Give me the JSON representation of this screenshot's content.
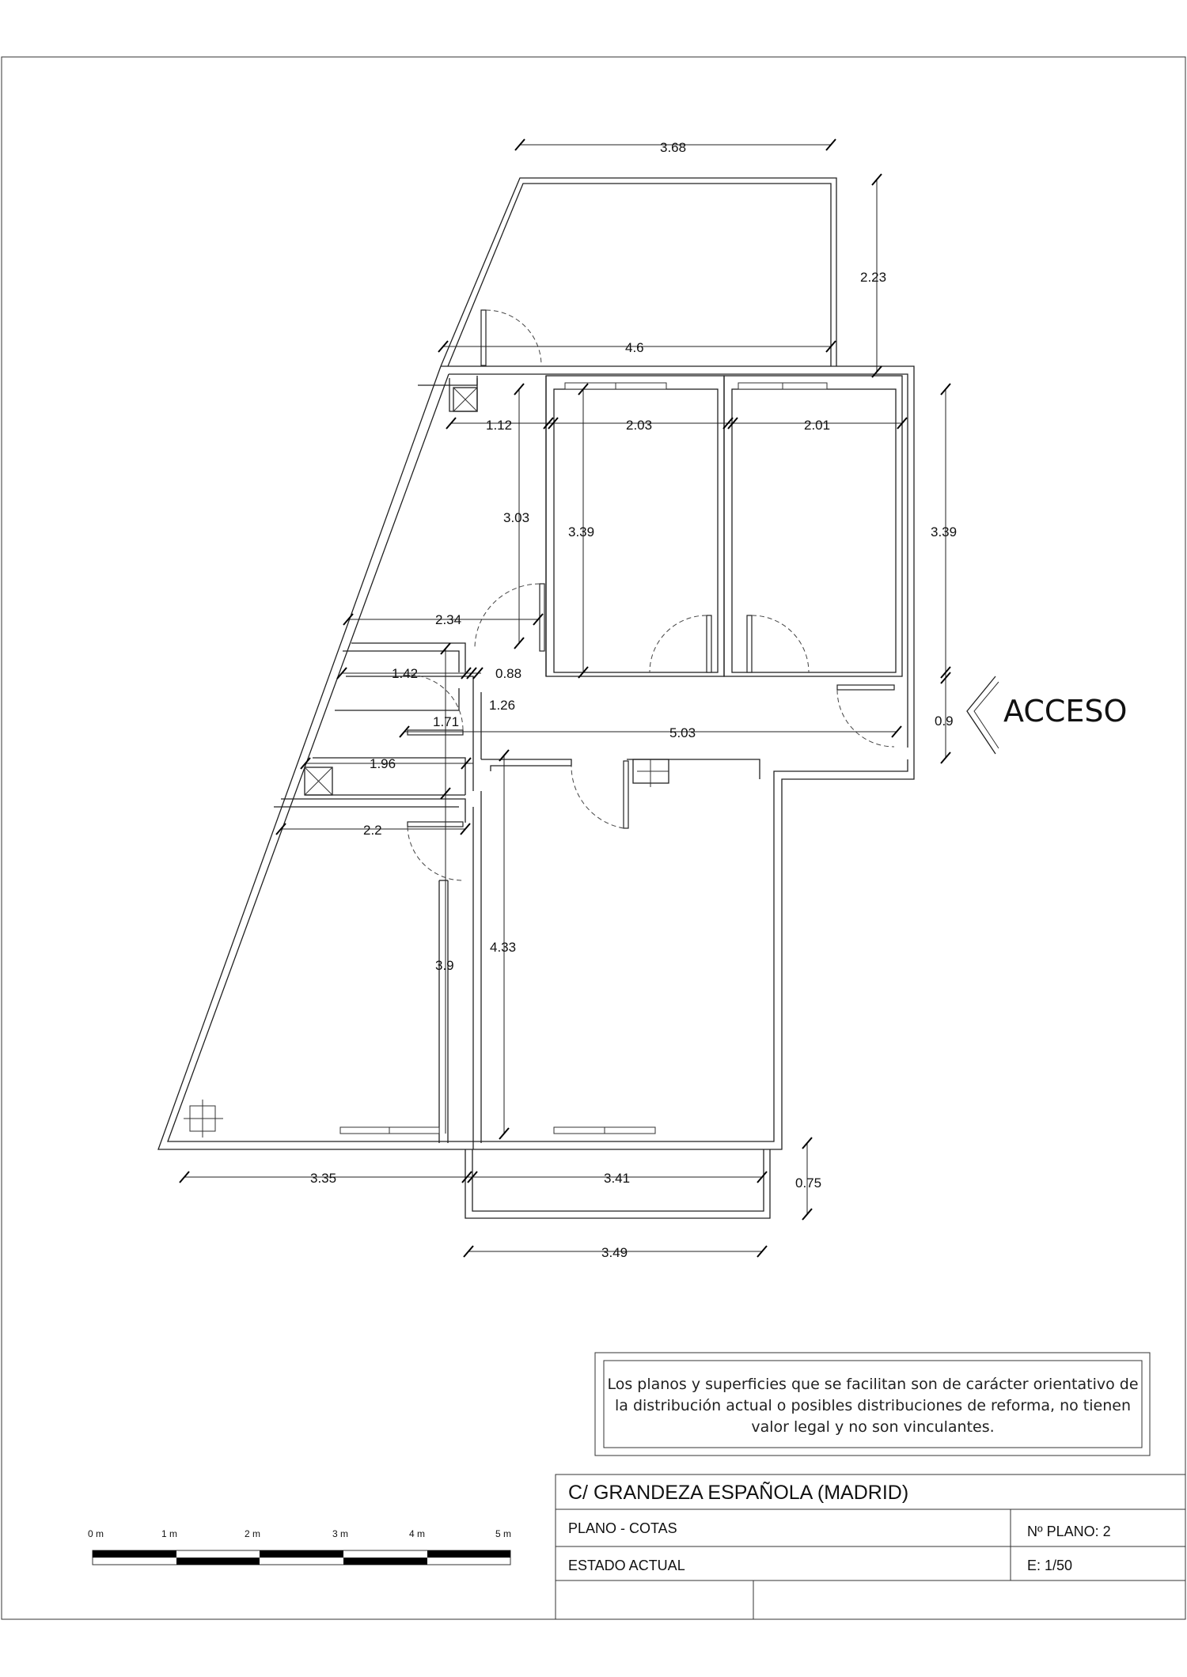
{
  "dimensions": {
    "balcony_width": "3.68",
    "balcony_depth": "2.23",
    "terrace_width": "4.6",
    "small_room_width": "1.12",
    "bedroom1_width": "2.03",
    "bedroom2_width": "2.01",
    "bedroom1_depth": "3.39",
    "bedroom2_depth": "3.39",
    "corridor_depth": "3.03",
    "kitchen_width": "2.34",
    "bath_width": "1.42",
    "hall_small": "0.88",
    "hall_height": "1.26",
    "hall_width": "1.71",
    "corridor_length": "5.03",
    "access_width": "0.9",
    "store_width": "1.96",
    "room3_width": "2.2",
    "room3_depth": "3.9",
    "living_depth": "4.33",
    "room3_bottom": "3.35",
    "living_bottom": "3.41",
    "lower_balcony_depth": "0.75",
    "lower_balcony_width": "3.49"
  },
  "access_label": "ACCESO",
  "disclaimer": [
    "Los planos y superficies que se facilitan son de carácter orientativo de",
    "la distribución actual o posibles distribuciones de reforma, no tienen",
    "valor legal y no son vinculantes."
  ],
  "title_block": {
    "address": "C/  GRANDEZA ESPAÑOLA   (MADRID)",
    "plan_type": "PLANO   -  COTAS",
    "plan_number": "Nº PLANO:  2",
    "state": "ESTADO  ACTUAL",
    "scale": "E: 1/50"
  },
  "scale_bar": {
    "labels": [
      "0 m",
      "1 m",
      "2 m",
      "3 m",
      "4 m",
      "5 m"
    ]
  }
}
